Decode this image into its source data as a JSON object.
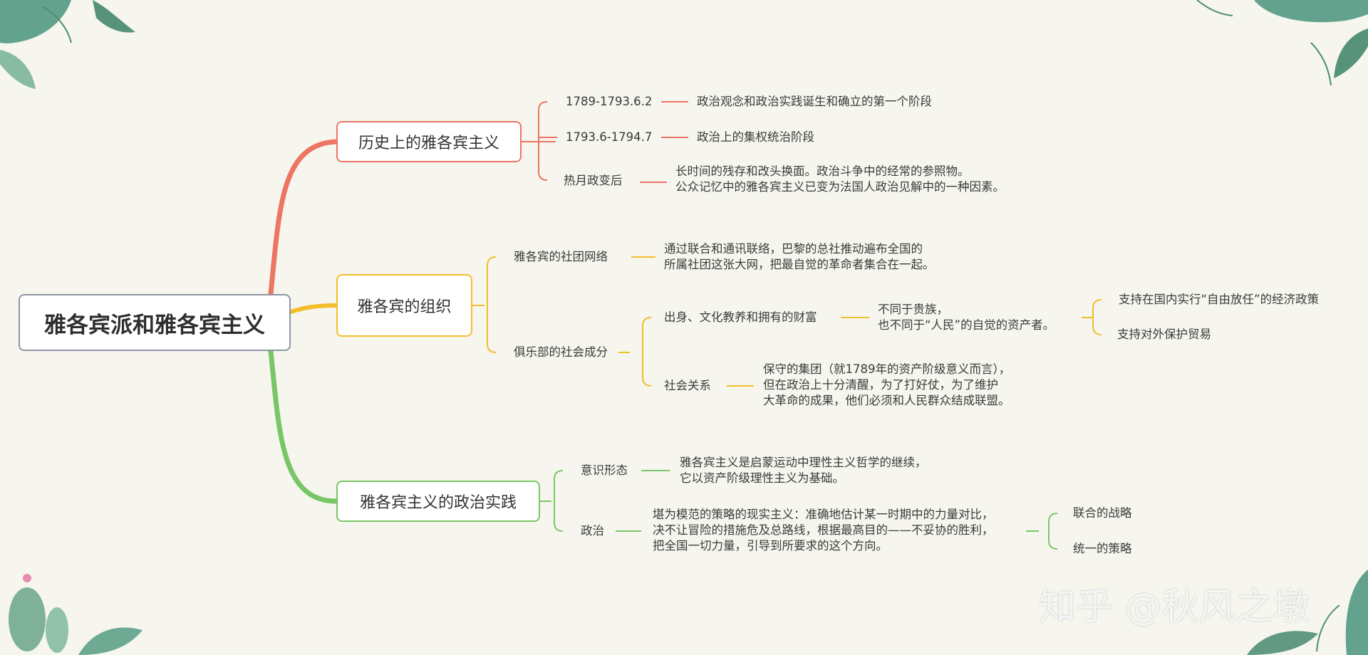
{
  "root": {
    "label": "雅各宾派和雅各宾主义"
  },
  "colors": {
    "red": "#ec7563",
    "yellow": "#f3bd2c",
    "green": "#79c667",
    "root_border": "#8e96a3"
  },
  "branches": [
    {
      "label": "历史上的雅各宾主义",
      "items": [
        {
          "label": "1789-1793.6.2",
          "detail": [
            "政治观念和政治实践诞生和确立的第一个阶段"
          ]
        },
        {
          "label": "1793.6-1794.7",
          "detail": [
            "政治上的集权统治阶段"
          ]
        },
        {
          "label": "热月政变后",
          "detail": [
            "长时间的残存和改头换面。政治斗争中的经常的参照物。",
            "公众记忆中的雅各宾主义已变为法国人政治见解中的一种因素。"
          ]
        }
      ]
    },
    {
      "label": "雅各宾的组织",
      "items": [
        {
          "label": "雅各宾的社团网络",
          "detail": [
            "通过联合和通讯联络，巴黎的总社推动遍布全国的",
            "所属社团这张大网，把最自觉的革命者集合在一起。"
          ]
        },
        {
          "label": "俱乐部的社会成分",
          "children": [
            {
              "label": "出身、文化教养和拥有的财富",
              "detail": [
                "不同于贵族，",
                "也不同于“人民”的自觉的资产者。"
              ],
              "sub": [
                "支持在国内实行“自由放任”的经济政策",
                "支持对外保护贸易"
              ]
            },
            {
              "label": "社会关系",
              "detail": [
                "保守的集团（就1789年的资产阶级意义而言），",
                "但在政治上十分清醒，为了打好仗，为了维护",
                "大革命的成果，他们必须和人民群众结成联盟。"
              ]
            }
          ]
        }
      ]
    },
    {
      "label": "雅各宾主义的政治实践",
      "items": [
        {
          "label": "意识形态",
          "detail": [
            "雅各宾主义是启蒙运动中理性主义哲学的继续，",
            "它以资产阶级理性主义为基础。"
          ]
        },
        {
          "label": "政治",
          "detail": [
            "堪为模范的策略的现实主义：准确地估计某一时期中的力量对比，",
            "决不让冒险的措施危及总路线，根据最高目的——不妥协的胜利，",
            "把全国一切力量，引导到所要求的这个方向。"
          ],
          "sub": [
            "联合的战略",
            "统一的策略"
          ]
        }
      ]
    }
  ],
  "watermark": "知乎 @秋风之墩",
  "decor": [
    "leaf-decoration-top-left",
    "leaf-decoration-top-right",
    "cactus-decoration-bottom-left",
    "leaf-decoration-bottom-right"
  ]
}
